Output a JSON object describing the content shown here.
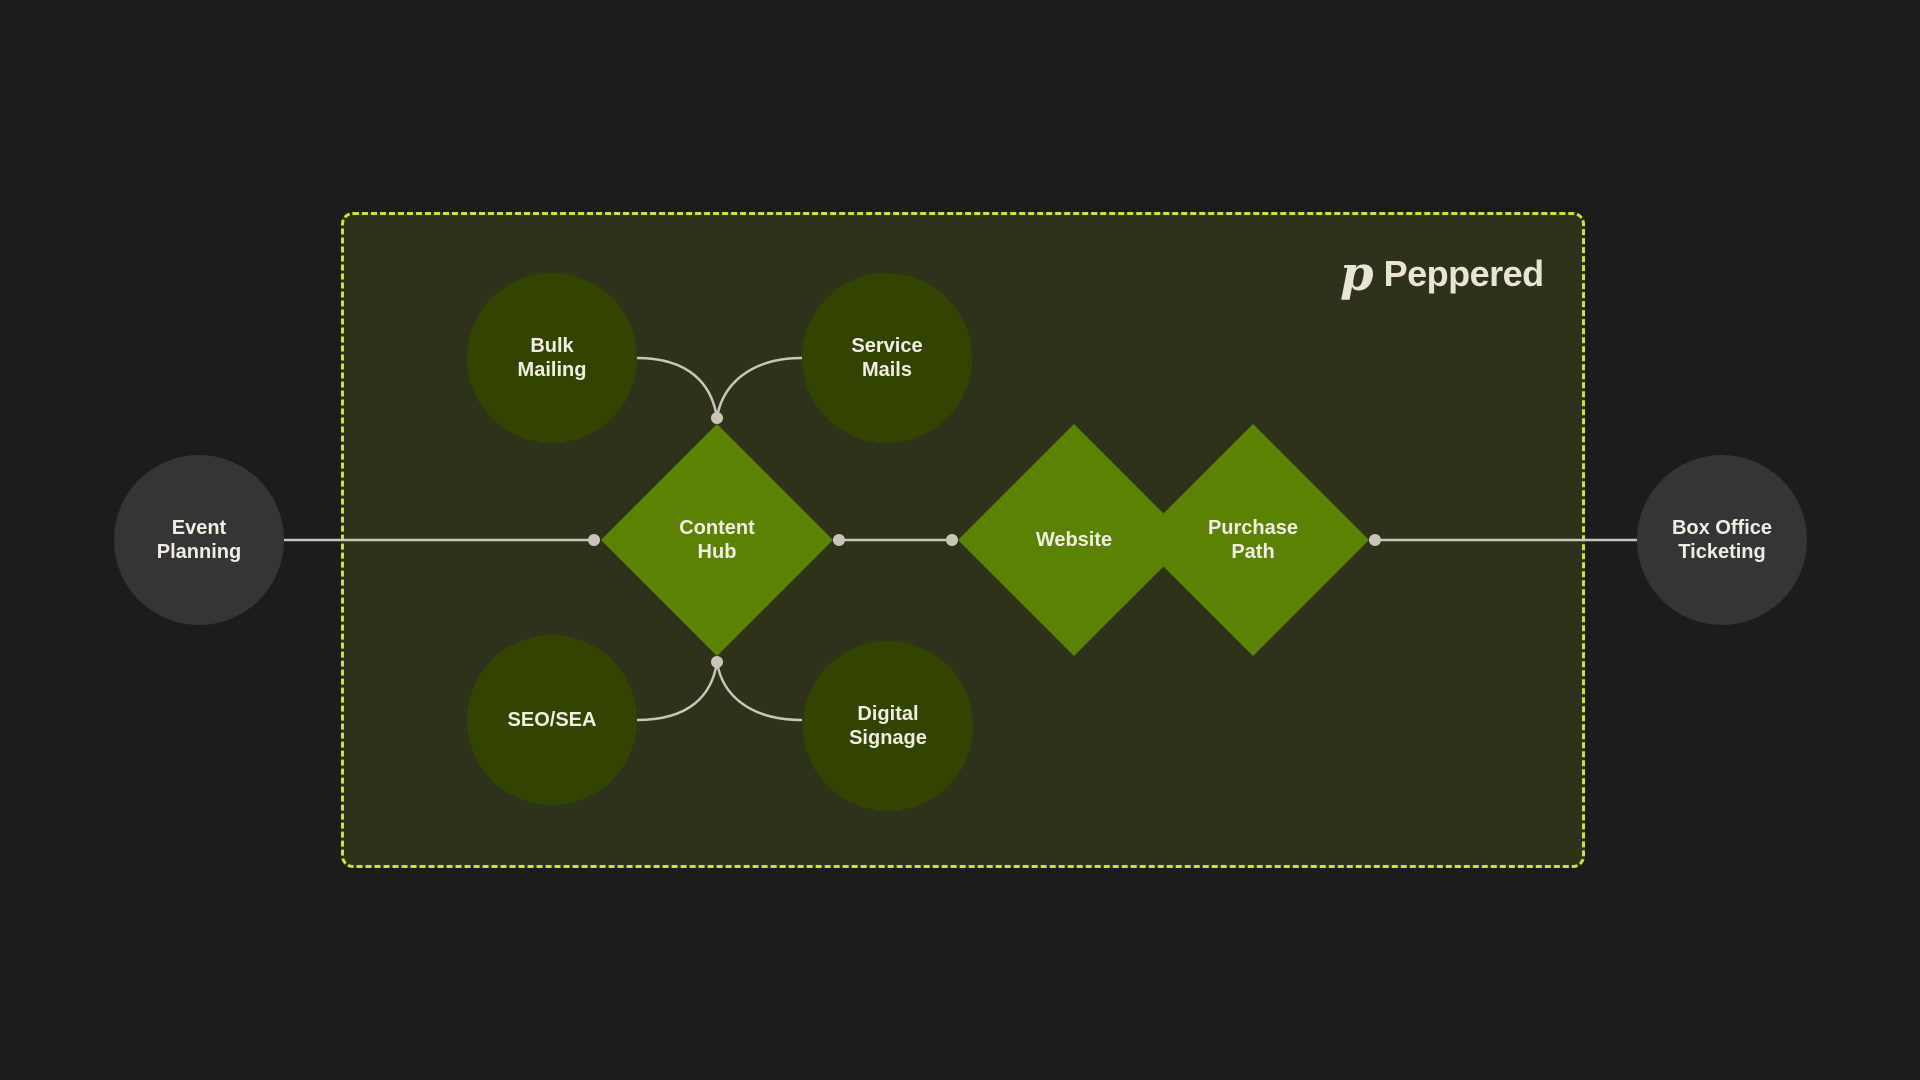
{
  "colors": {
    "background": "#1c1c1c",
    "frame_fill": "#2e321b",
    "frame_border": "#c8e62b",
    "external_node": "#353535",
    "channel_node": "#334400",
    "process_node": "#5c8203",
    "connector": "#c9c5b8",
    "text": "#f0ede4"
  },
  "logo": {
    "mark": "p",
    "text": "Peppered"
  },
  "nodes": {
    "event_planning": {
      "line1": "Event",
      "line2": "Planning"
    },
    "bulk_mailing": {
      "line1": "Bulk",
      "line2": "Mailing"
    },
    "service_mails": {
      "line1": "Service",
      "line2": "Mails"
    },
    "seo_sea": {
      "line1": "SEO/SEA"
    },
    "digital_signage": {
      "line1": "Digital",
      "line2": "Signage"
    },
    "content_hub": {
      "line1": "Content",
      "line2": "Hub"
    },
    "website": {
      "line1": "Website"
    },
    "purchase_path": {
      "line1": "Purchase",
      "line2": "Path"
    },
    "box_office_ticketing": {
      "line1": "Box Office",
      "line2": "Ticketing"
    }
  }
}
